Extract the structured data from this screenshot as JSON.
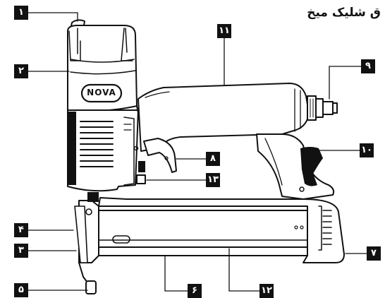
{
  "title": "ق شلیک میخ",
  "brand": "NOVA",
  "labels": {
    "l1": "۱",
    "l2": "۲",
    "l3": "۳",
    "l4": "۴",
    "l5": "۵",
    "l6": "۶",
    "l7": "۷",
    "l8": "۸",
    "l9": "۹",
    "l10": "۱۰",
    "l11": "۱۱",
    "l12": "۱۲",
    "l13": "۱۳"
  }
}
